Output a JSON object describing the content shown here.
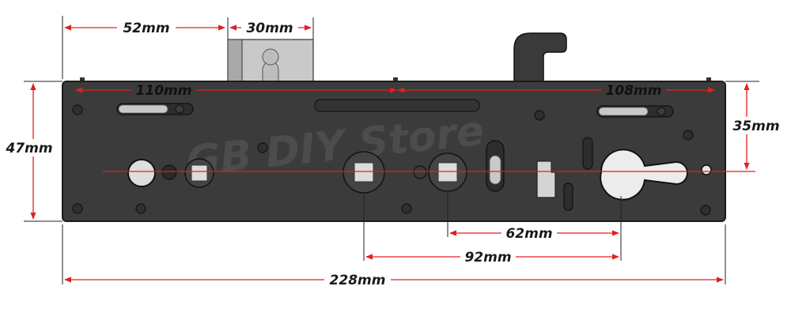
{
  "dimensions": {
    "keep_offset": "52mm",
    "keep_width": "30mm",
    "top_left": "110mm",
    "top_right": "108mm",
    "height": "47mm",
    "right_offset": "35mm",
    "centre_62": "62mm",
    "centre_92": "92mm",
    "total_length": "228mm"
  },
  "watermark": "GB DIY Store",
  "colors": {
    "plate": "#3b3b3b",
    "plate_edge": "#1c1c1c",
    "dimension_line": "#e02020",
    "keep": "#c7c7c7"
  }
}
